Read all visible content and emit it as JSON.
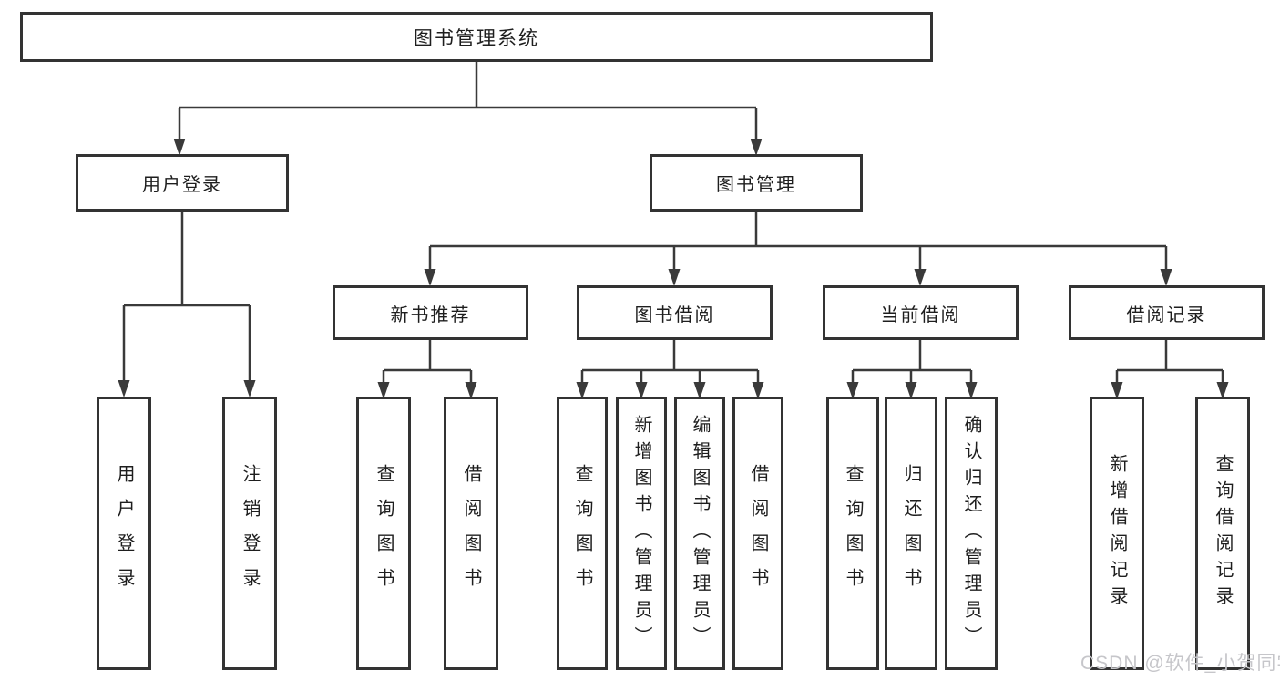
{
  "diagram": {
    "title_node": {
      "label": "图书管理系统"
    },
    "level2": [
      {
        "label": "用户登录",
        "children": [
          {
            "label": "用户登录"
          },
          {
            "label": "注销登录"
          }
        ]
      },
      {
        "label": "图书管理",
        "modules": [
          {
            "label": "新书推荐",
            "children": [
              {
                "label": "查询图书"
              },
              {
                "label": "借阅图书"
              }
            ]
          },
          {
            "label": "图书借阅",
            "children": [
              {
                "label": "查询图书"
              },
              {
                "label": "新增图书（管理员）"
              },
              {
                "label": "编辑图书（管理员）"
              },
              {
                "label": "借阅图书"
              }
            ]
          },
          {
            "label": "当前借阅",
            "children": [
              {
                "label": "查询图书"
              },
              {
                "label": "归还图书"
              },
              {
                "label": "确认归还（管理员）"
              }
            ]
          },
          {
            "label": "借阅记录",
            "children": [
              {
                "label": "新增借阅记录"
              },
              {
                "label": "查询借阅记录"
              }
            ]
          }
        ]
      }
    ]
  },
  "watermark": {
    "text": "CSDN @软件_小贺同学"
  },
  "colors": {
    "box_border": "#333333",
    "connector": "#3a3a3a",
    "text": "#1e1e1e",
    "watermark": "#c6c6ca",
    "background": "#ffffff"
  }
}
